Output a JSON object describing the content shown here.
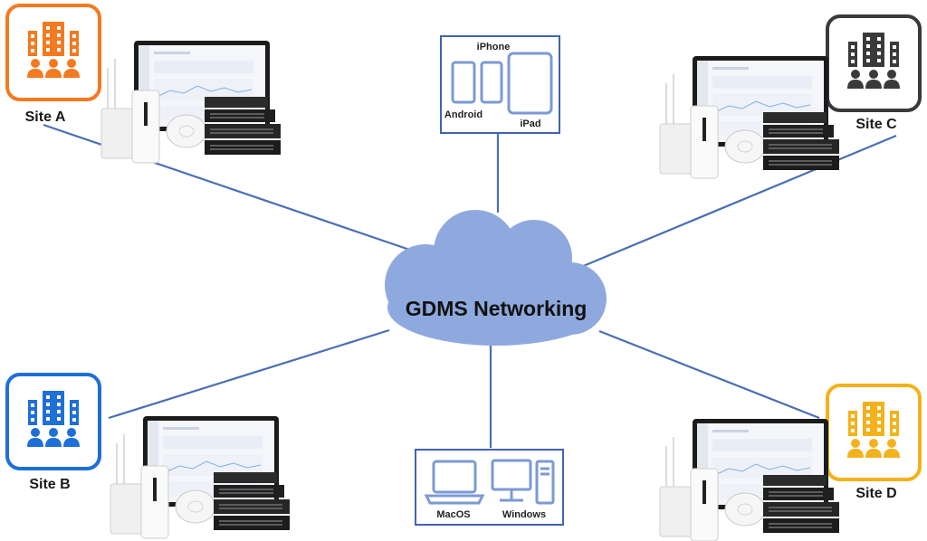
{
  "center": {
    "label": "GDMS Networking"
  },
  "sites": [
    {
      "label": "Site A",
      "color": "#f47a20"
    },
    {
      "label": "Site B",
      "color": "#1f6fd8"
    },
    {
      "label": "Site C",
      "color": "#3a3a3a"
    },
    {
      "label": "Site D",
      "color": "#f3b21b"
    }
  ],
  "mobile": {
    "iphone": "iPhone",
    "android": "Android",
    "ipad": "iPad"
  },
  "desktop": {
    "mac": "MacOS",
    "windows": "Windows"
  },
  "colors": {
    "link": "#4a6fb5",
    "cloud": "#8ea9dd",
    "device_outline": "#7b9ad4",
    "frame": "#3f63b3"
  }
}
